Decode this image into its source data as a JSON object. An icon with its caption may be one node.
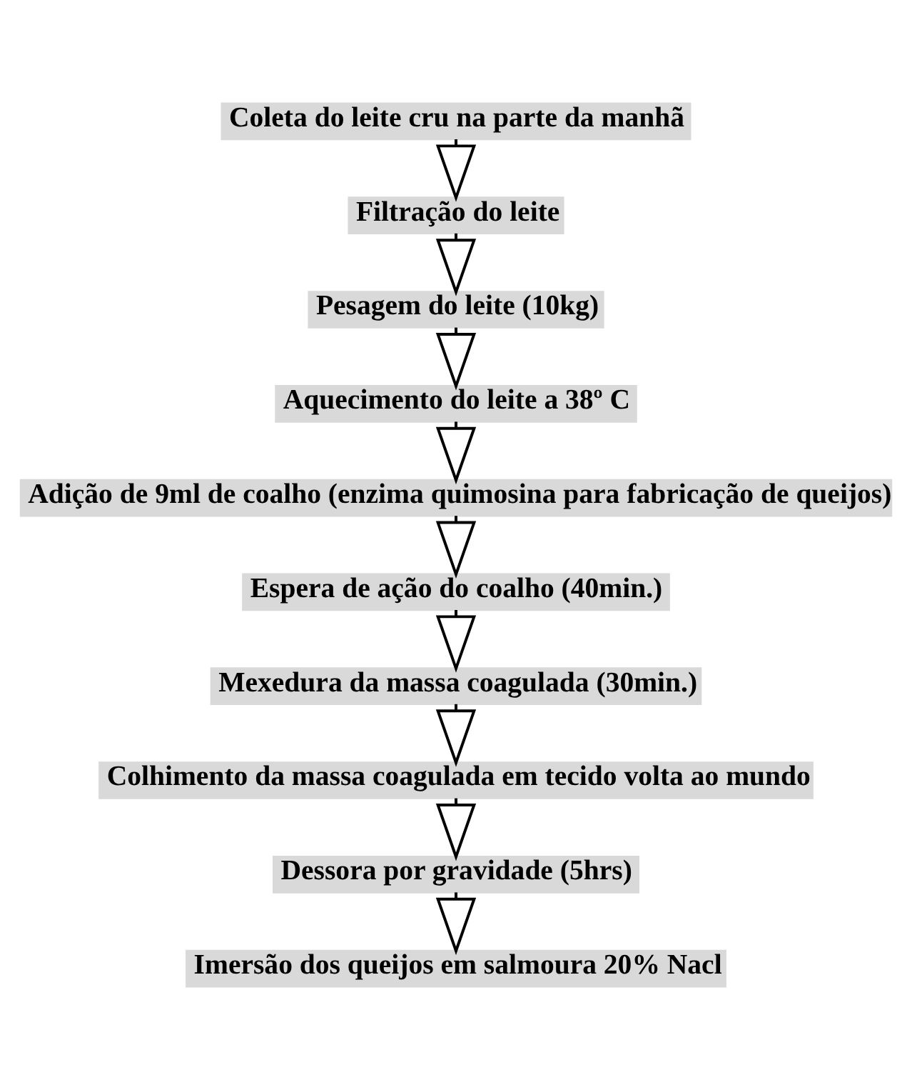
{
  "diagram": {
    "nodes": [
      {
        "text": [
          "Coleta do leite cru na parte da manhã"
        ]
      },
      {
        "text": [
          "Filtração do leite"
        ]
      },
      {
        "text": [
          "Pesagem do leite (10kg)"
        ]
      },
      {
        "text": [
          "Aquecimento do leite a 38º C"
        ]
      },
      {
        "text": [
          "Adição de 9ml de coalho (enzima quimosina para fabricação de queijos)"
        ]
      },
      {
        "text": [
          "Espera de ação do coalho (40min.)"
        ]
      },
      {
        "text": [
          "Mexedura da massa coagulada (30min.)"
        ]
      },
      {
        "text": [
          "Colhimento da massa coagulada em tecido volta ao mundo"
        ]
      },
      {
        "text": [
          "Dessora por gravidade (5hrs)"
        ]
      },
      {
        "text": [
          "Imersão dos queijos em salmoura 20% Nacl"
        ]
      }
    ],
    "edges": [
      {
        "from": 0,
        "to": 1,
        "arrow": "to"
      },
      {
        "from": 1,
        "to": 2,
        "arrow": "to"
      },
      {
        "from": 2,
        "to": 3,
        "arrow": "to"
      },
      {
        "from": 3,
        "to": 4,
        "arrow": "to"
      },
      {
        "from": 4,
        "to": 5,
        "arrow": "to"
      },
      {
        "from": 5,
        "to": 6,
        "arrow": "to"
      },
      {
        "from": 6,
        "to": 7,
        "arrow": "to"
      },
      {
        "from": 7,
        "to": 8,
        "arrow": "to"
      },
      {
        "from": 8,
        "to": 9,
        "arrow": "to"
      }
    ]
  }
}
